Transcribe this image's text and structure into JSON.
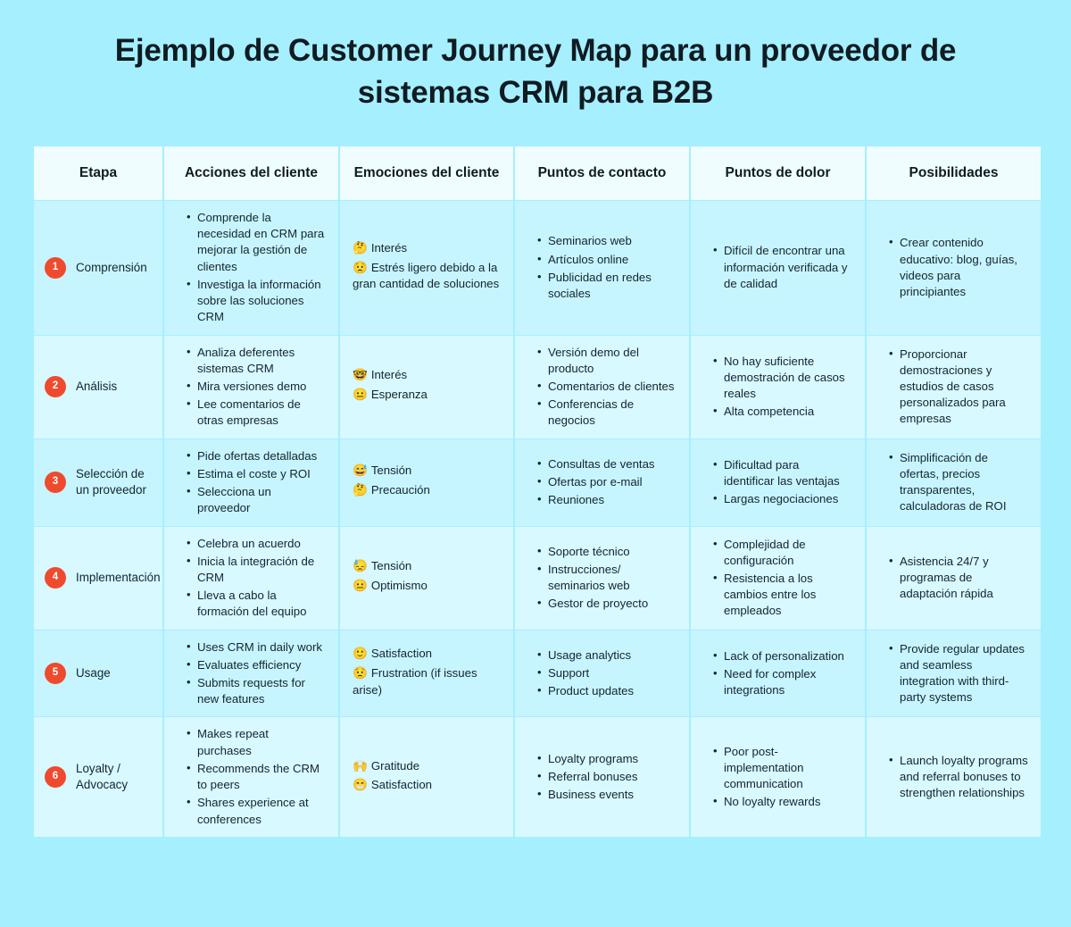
{
  "page": {
    "title": "Ejemplo de Customer Journey Map para un proveedor de sistemas CRM para B2B",
    "background_color": "#a6efff",
    "badge_color": "#ef4a2e"
  },
  "table": {
    "headers": [
      "Etapa",
      "Acciones del cliente",
      "Emociones del cliente",
      "Puntos de contacto",
      "Puntos de dolor",
      "Posibilidades"
    ],
    "rows": [
      {
        "number": "1",
        "stage": "Comprensión",
        "actions": [
          "Comprende la necesidad en CRM para mejorar la gestión de clientes",
          "Investiga la información sobre las soluciones CRM"
        ],
        "emotions": [
          {
            "icon": "thinking-face-emoji",
            "glyph": "🤔",
            "label": "Interés"
          },
          {
            "icon": "worried-face-emoji",
            "glyph": "😟",
            "label": "Estrés ligero debido a la gran cantidad de soluciones"
          }
        ],
        "touchpoints": [
          "Seminarios web",
          "Artículos online",
          "Publicidad en redes sociales"
        ],
        "painpoints": [
          "Difícil de encontrar una información verificada y de calidad"
        ],
        "opportunities": [
          "Crear contenido educativo: blog, guías, videos para principiantes"
        ]
      },
      {
        "number": "2",
        "stage": "Análisis",
        "actions": [
          "Analiza deferentes sistemas CRM",
          "Mira versiones demo",
          "Lee comentarios de otras empresas"
        ],
        "emotions": [
          {
            "icon": "nerd-face-emoji",
            "glyph": "🤓",
            "label": "Interés"
          },
          {
            "icon": "neutral-face-emoji",
            "glyph": "😐",
            "label": "Esperanza"
          }
        ],
        "touchpoints": [
          "Versión demo del producto",
          "Comentarios de clientes",
          "Conferencias de negocios"
        ],
        "painpoints": [
          "No hay suficiente demostración de casos reales",
          "Alta competencia"
        ],
        "opportunities": [
          "Proporcionar demostraciones y estudios de casos personalizados para empresas"
        ]
      },
      {
        "number": "3",
        "stage": "Selección de un proveedor",
        "actions": [
          "Pide ofertas detalladas",
          "Estima el coste y ROI",
          "Selecciona un proveedor"
        ],
        "emotions": [
          {
            "icon": "sweat-smile-emoji",
            "glyph": "😅",
            "label": "Tensión"
          },
          {
            "icon": "thinking-face-emoji",
            "glyph": "🤔",
            "label": "Precaución"
          }
        ],
        "touchpoints": [
          "Consultas de ventas",
          "Ofertas por e-mail",
          "Reuniones"
        ],
        "painpoints": [
          "Dificultad para identificar las ventajas",
          "Largas negociaciones"
        ],
        "opportunities": [
          "Simplificación de ofertas, precios transparentes, calculadoras de ROI"
        ]
      },
      {
        "number": "4",
        "stage": "Implementación",
        "actions": [
          "Celebra un acuerdo",
          "Inicia la integración de CRM",
          "Lleva a cabo la formación del equipo"
        ],
        "emotions": [
          {
            "icon": "downcast-face-with-sweat-emoji",
            "glyph": "😓",
            "label": "Tensión"
          },
          {
            "icon": "neutral-face-emoji",
            "glyph": "😐",
            "label": "Optimismo"
          }
        ],
        "touchpoints": [
          "Soporte técnico",
          "Instrucciones/ seminarios web",
          "Gestor de proyecto"
        ],
        "painpoints": [
          "Complejidad de configuración",
          "Resistencia a los cambios entre los empleados"
        ],
        "opportunities": [
          "Asistencia 24/7 y programas de adaptación rápida"
        ]
      },
      {
        "number": "5",
        "stage": "Usage",
        "actions": [
          "Uses CRM in daily work",
          "Evaluates efficiency",
          "Submits requests for new features"
        ],
        "emotions": [
          {
            "icon": "slightly-smiling-face-emoji",
            "glyph": "🙂",
            "label": "Satisfaction"
          },
          {
            "icon": "worried-face-emoji",
            "glyph": "😟",
            "label": "Frustration (if issues arise)"
          }
        ],
        "touchpoints": [
          "Usage analytics",
          "Support",
          "Product updates"
        ],
        "painpoints": [
          "Lack of personalization",
          "Need for complex integrations"
        ],
        "opportunities": [
          "Provide regular updates and seamless integration with third-party systems"
        ]
      },
      {
        "number": "6",
        "stage": "Loyalty / Advocacy",
        "actions": [
          "Makes repeat purchases",
          "Recommends the CRM to peers",
          "Shares experience at conferences"
        ],
        "emotions": [
          {
            "icon": "raising-hands-emoji",
            "glyph": "🙌",
            "label": "Gratitude"
          },
          {
            "icon": "grinning-face-emoji",
            "glyph": "😁",
            "label": "Satisfaction"
          }
        ],
        "touchpoints": [
          "Loyalty programs",
          "Referral bonuses",
          "Business events"
        ],
        "painpoints": [
          "Poor post-implementation communication",
          "No loyalty rewards"
        ],
        "opportunities": [
          "Launch loyalty programs and referral bonuses to strengthen relationships"
        ]
      }
    ]
  }
}
